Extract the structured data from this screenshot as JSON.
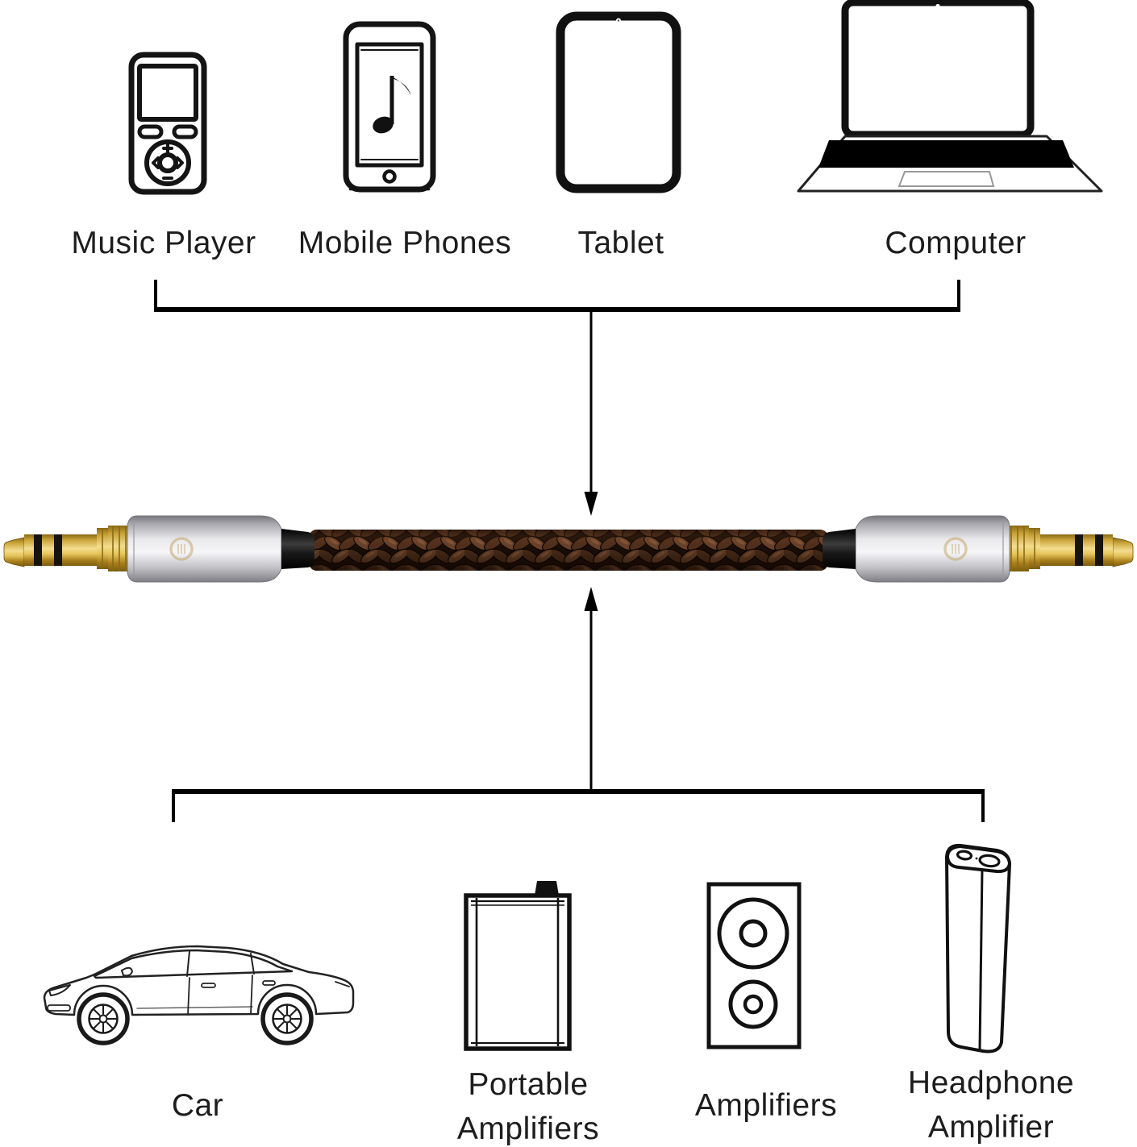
{
  "page": {
    "background": "#ffffff"
  },
  "top_row": {
    "devices": [
      {
        "icon": "music-player-icon",
        "label": "Music Player"
      },
      {
        "icon": "mobile-phone-icon",
        "label": "Mobile Phones"
      },
      {
        "icon": "tablet-icon",
        "label": "Tablet"
      },
      {
        "icon": "laptop-icon",
        "label": "Computer"
      }
    ]
  },
  "bottom_row": {
    "devices": [
      {
        "icon": "car-icon",
        "label": "Car"
      },
      {
        "icon": "portable-amplifier-icon",
        "label": "Portable Amplifiers"
      },
      {
        "icon": "speaker-icon",
        "label": "Amplifiers"
      },
      {
        "icon": "headphone-amplifier-icon",
        "label": "Headphone Amplifier"
      }
    ]
  },
  "cable": {
    "name": "braided-aux-cable-photo",
    "colors": {
      "plug_gold": "#d9b545",
      "shell_silver": "#cfcfd4",
      "collar_black": "#141414",
      "braid_brown": "#4a2c1a"
    }
  },
  "connectors": {
    "line_color": "#000000"
  }
}
